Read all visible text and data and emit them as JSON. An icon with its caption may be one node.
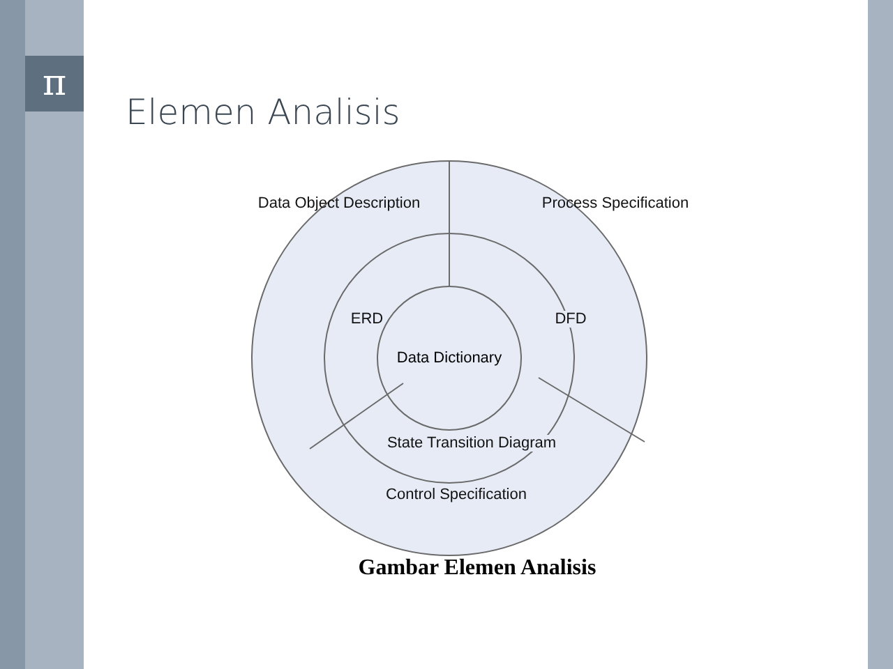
{
  "diagram": {
    "title": "Elemen Analisis",
    "caption": "Gambar Elemen Analisis",
    "nodes": [
      {
        "text": [],
        "shape": "circle"
      },
      {
        "text": [],
        "shape": "circle",
        "in": 0
      },
      {
        "text": [
          "Data Dictionary"
        ],
        "in": 1
      }
    ],
    "labels": [
      "π",
      "Data Object Description",
      "Process Specification",
      "ERD",
      "DFD",
      "State Transition Diagram",
      "Control Specification"
    ]
  }
}
